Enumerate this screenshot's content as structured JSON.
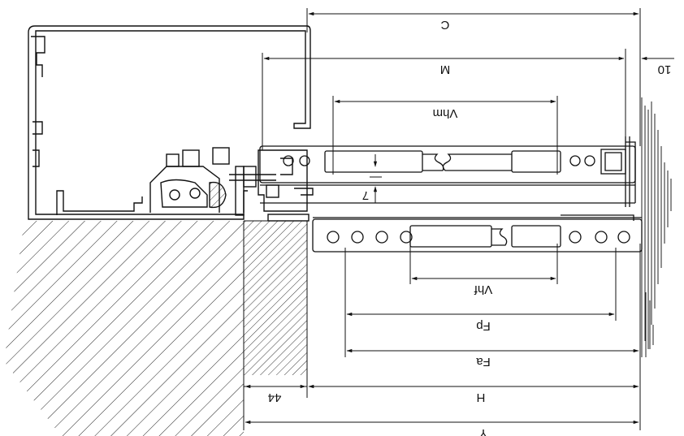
{
  "dimensions": {
    "C": "C",
    "M": "M",
    "ten": "10",
    "Vhm": "Vhm",
    "seven": "7",
    "Vhf": "Vhf",
    "Fp": "Fp",
    "Fa": "Fa",
    "H": "H",
    "forty_four": "44",
    "Y": "Y"
  },
  "colors": {
    "line": "#111111",
    "hatch": "#222222",
    "background": "#ffffff"
  }
}
